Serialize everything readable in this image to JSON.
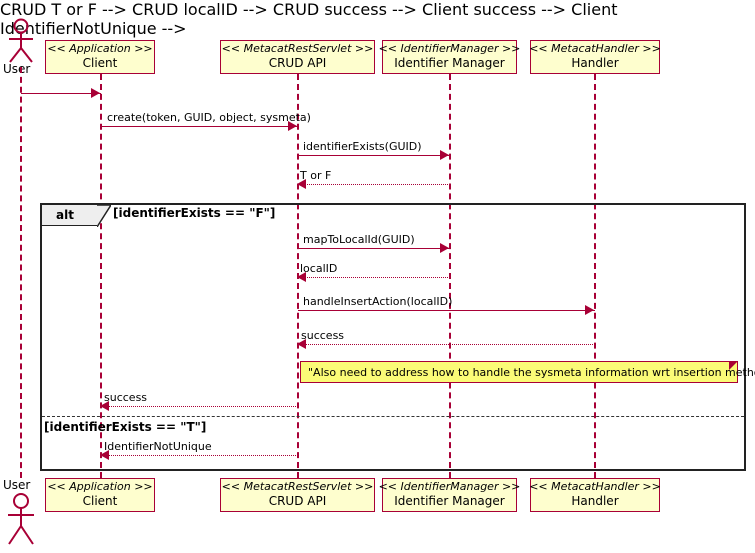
{
  "diagram": {
    "type": "uml-sequence-diagram",
    "colors": {
      "participant_fill": "#FEFECE",
      "participant_border": "#A80036",
      "arrow": "#A80036",
      "frame_border": "#222222",
      "frame_tab_fill": "#EEEEEE",
      "note_fill": "#FBFB77",
      "note_border": "#A80036",
      "background": "#FFFFFF"
    }
  },
  "actors": [
    {
      "name": "User",
      "label": "User",
      "kind": "stick-figure"
    }
  ],
  "participants": [
    {
      "id": "client",
      "stereotype": "<< Application >>",
      "name": "Client"
    },
    {
      "id": "crud",
      "stereotype": "<< MetacatRestServlet >>",
      "name": "CRUD API"
    },
    {
      "id": "idmgr",
      "stereotype": "<< IdentifierManager >>",
      "name": "Identifier Manager"
    },
    {
      "id": "handler",
      "stereotype": "<< MetacatHandler >>",
      "name": "Handler"
    }
  ],
  "messages": [
    {
      "id": "m0",
      "label": "",
      "from": "user",
      "to": "client",
      "style": "solid"
    },
    {
      "id": "m1",
      "label": "create(token, GUID, object, sysmeta)",
      "from": "client",
      "to": "crud",
      "style": "solid"
    },
    {
      "id": "m2",
      "label": "identifierExists(GUID)",
      "from": "crud",
      "to": "idmgr",
      "style": "solid"
    },
    {
      "id": "m3",
      "label": "T or F",
      "from": "idmgr",
      "to": "crud",
      "style": "dotted"
    },
    {
      "id": "m4",
      "label": "mapToLocalId(GUID)",
      "from": "crud",
      "to": "idmgr",
      "style": "solid"
    },
    {
      "id": "m5",
      "label": "localID",
      "from": "idmgr",
      "to": "crud",
      "style": "dotted"
    },
    {
      "id": "m6",
      "label": "handleInsertAction(localID)",
      "from": "crud",
      "to": "handler",
      "style": "solid"
    },
    {
      "id": "m7",
      "label": "success",
      "from": "handler",
      "to": "crud",
      "style": "dotted"
    },
    {
      "id": "m8",
      "label": "success",
      "from": "crud",
      "to": "client",
      "style": "dotted"
    },
    {
      "id": "m9",
      "label": "IdentifierNotUnique",
      "from": "crud",
      "to": "client",
      "style": "dotted"
    }
  ],
  "fragment": {
    "operator": "alt",
    "branches": [
      {
        "condition": "[identifierExists == \"F\"]"
      },
      {
        "condition": "[identifierExists == \"T\"]"
      }
    ]
  },
  "notes": [
    {
      "id": "n1",
      "text": "\"Also need to address how to handle the sysmeta information wrt insertion methods\""
    }
  ]
}
